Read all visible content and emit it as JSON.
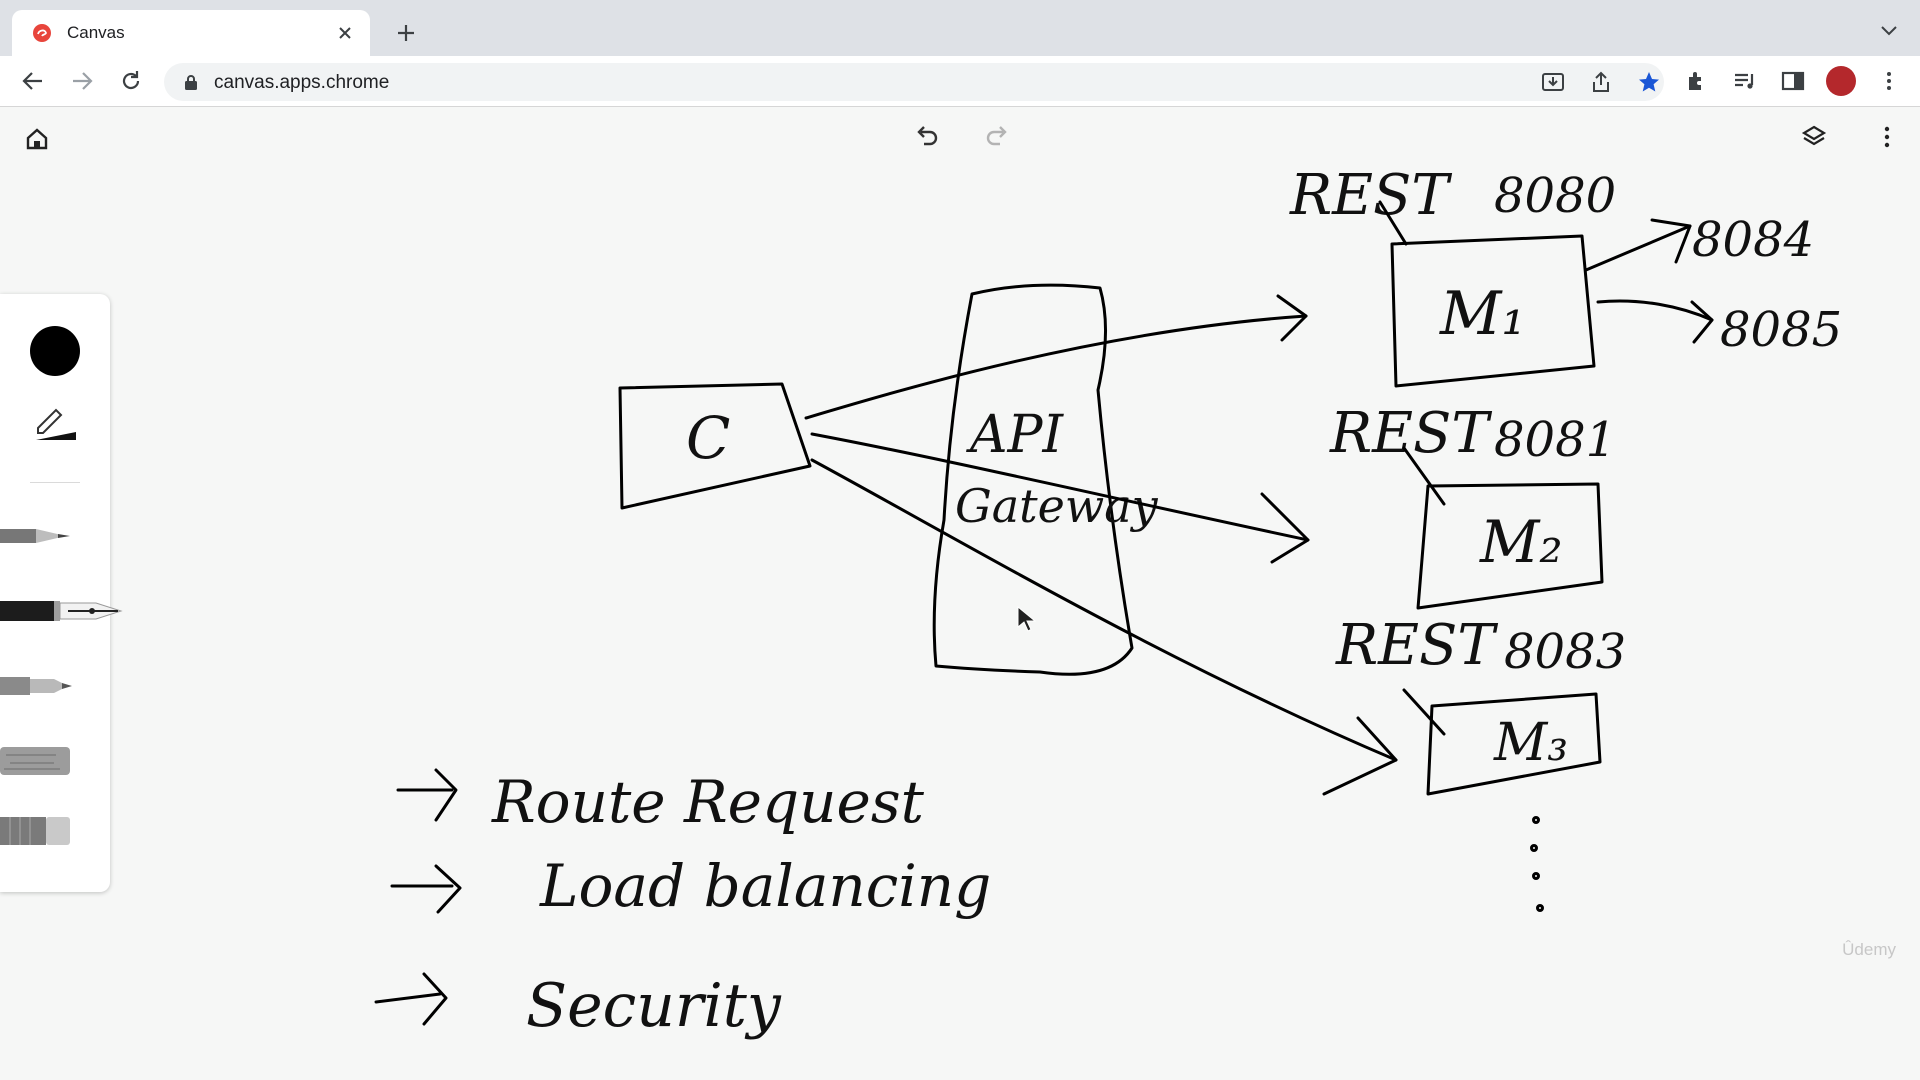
{
  "browser": {
    "tab_title": "Canvas",
    "url": "canvas.apps.chrome"
  },
  "drawing_text": {
    "client": "C",
    "gateway_line1": "API",
    "gateway_line2": "Gateway",
    "rest_1": "REST",
    "rest_2": "REST",
    "rest_3": "REST",
    "port_m1": "8080",
    "port_m1_extra_a": "8084",
    "port_m1_extra_b": "8085",
    "port_m2": "8081",
    "port_m3": "8083",
    "service_1": "M₁",
    "service_2": "M₂",
    "service_3": "M₃",
    "bullets": [
      "Route Request",
      "Load balancing",
      "Security"
    ]
  },
  "watermark": "Ûdemy",
  "icons": {
    "favicon": "canvas-favicon-icon",
    "close": "close-icon",
    "new_tab": "plus-icon",
    "back": "back-arrow-icon",
    "forward": "forward-arrow-icon",
    "reload": "reload-icon",
    "lock": "lock-icon",
    "install": "install-icon",
    "share": "share-icon",
    "bookmark": "star-icon",
    "extensions": "puzzle-icon",
    "media": "media-queue-icon",
    "sidepanel": "side-panel-icon",
    "menu": "kebab-menu-icon",
    "home": "home-icon",
    "undo": "undo-icon",
    "redo": "redo-icon",
    "layers": "layers-icon"
  },
  "colors": {
    "pen": "#000000",
    "bookmark_star": "#1a56d6",
    "canvas_bg": "#f6f7f6"
  }
}
